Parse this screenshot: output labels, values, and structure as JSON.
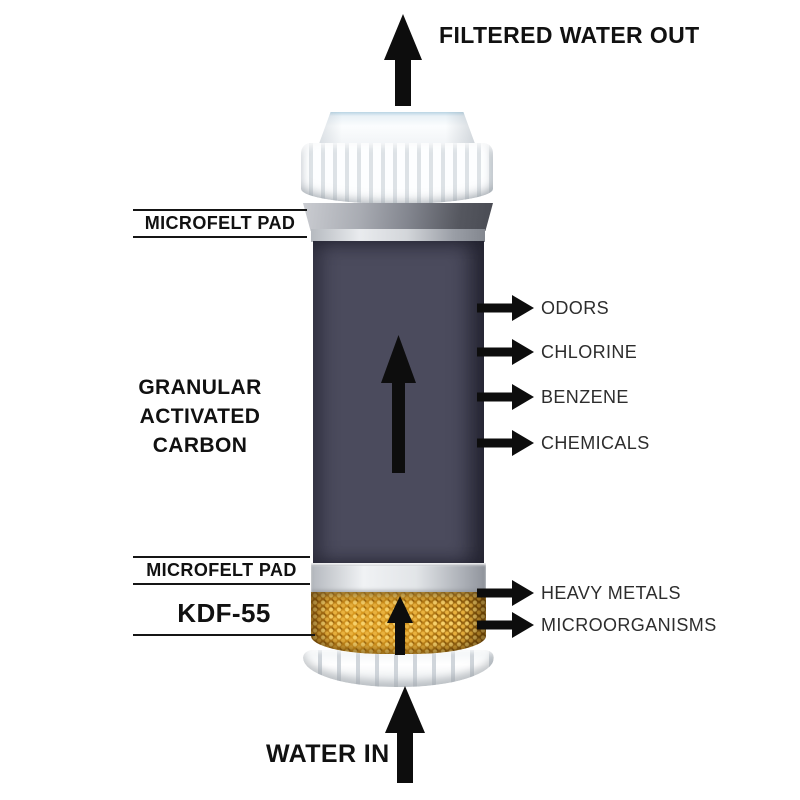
{
  "diagram": {
    "flow_top": "FILTERED WATER OUT",
    "flow_bottom": "WATER IN",
    "labels": {
      "microfelt_top": "MICROFELT PAD",
      "microfelt_bottom": "MICROFELT PAD",
      "kdf": "KDF-55",
      "granular_lines": [
        "GRANULAR",
        "ACTIVATED",
        "CARBON"
      ]
    },
    "contaminants_carbon": [
      "ODORS",
      "CHLORINE",
      "BENZENE",
      "CHEMICALS"
    ],
    "contaminants_kdf": [
      "HEAVY METALS",
      "MICROORGANISMS"
    ],
    "colors": {
      "arrow": "#0d0d0d",
      "carbon_body": "#4b4b5d",
      "kdf_media": "#d9991f",
      "cap_white": "#f7fafc",
      "heading_text": "#111111",
      "contaminant_text": "#2d2d2d"
    }
  }
}
